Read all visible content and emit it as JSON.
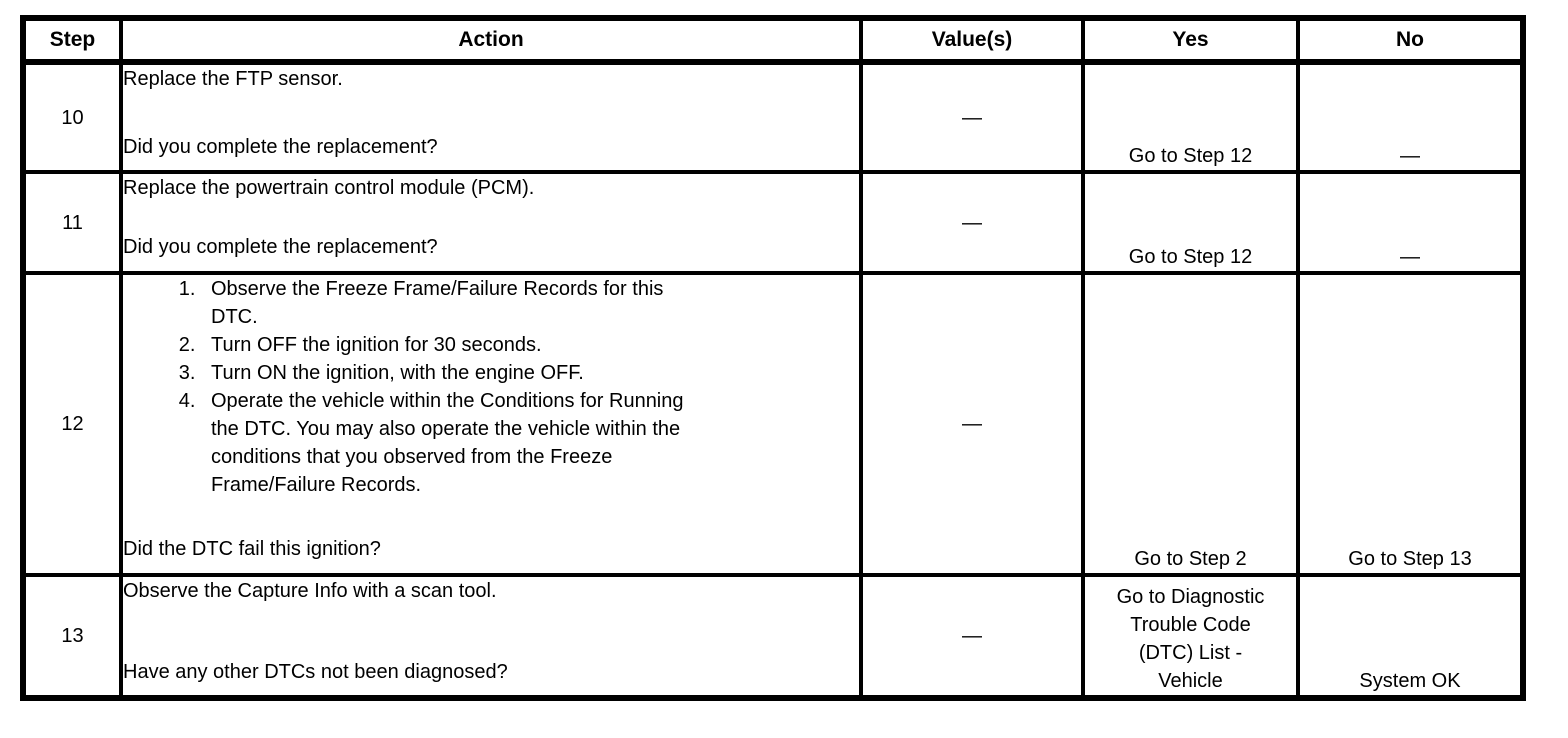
{
  "table": {
    "headers": [
      "Step",
      "Action",
      "Value(s)",
      "Yes",
      "No"
    ],
    "rows": [
      {
        "step": "10",
        "action": "Replace the FTP sensor.",
        "question": "Did you complete the replacement?",
        "value": "—",
        "yes": "Go to Step 12",
        "no": "—"
      },
      {
        "step": "11",
        "action": "Replace the powertrain control module (PCM).",
        "question": "Did you complete the replacement?",
        "value": "—",
        "yes": "Go to Step 12",
        "no": "—"
      },
      {
        "step": "12",
        "action_list": [
          "Observe the Freeze Frame/Failure Records for this\nDTC.",
          "Turn OFF the ignition for 30 seconds.",
          "Turn ON the ignition, with the engine OFF.",
          "Operate the vehicle within the Conditions for Running\nthe DTC. You may also operate the vehicle within the\nconditions that you observed from the Freeze\nFrame/Failure Records."
        ],
        "question": "Did the DTC fail this ignition?",
        "value": "—",
        "yes": "Go to Step 2",
        "no": "Go to Step 13"
      },
      {
        "step": "13",
        "action": "Observe the Capture Info with a scan tool.",
        "question": "Have any other DTCs not been diagnosed?",
        "value": "—",
        "yes": "Go to Diagnostic\nTrouble Code\n(DTC) List -\nVehicle",
        "no": "System OK"
      }
    ]
  }
}
